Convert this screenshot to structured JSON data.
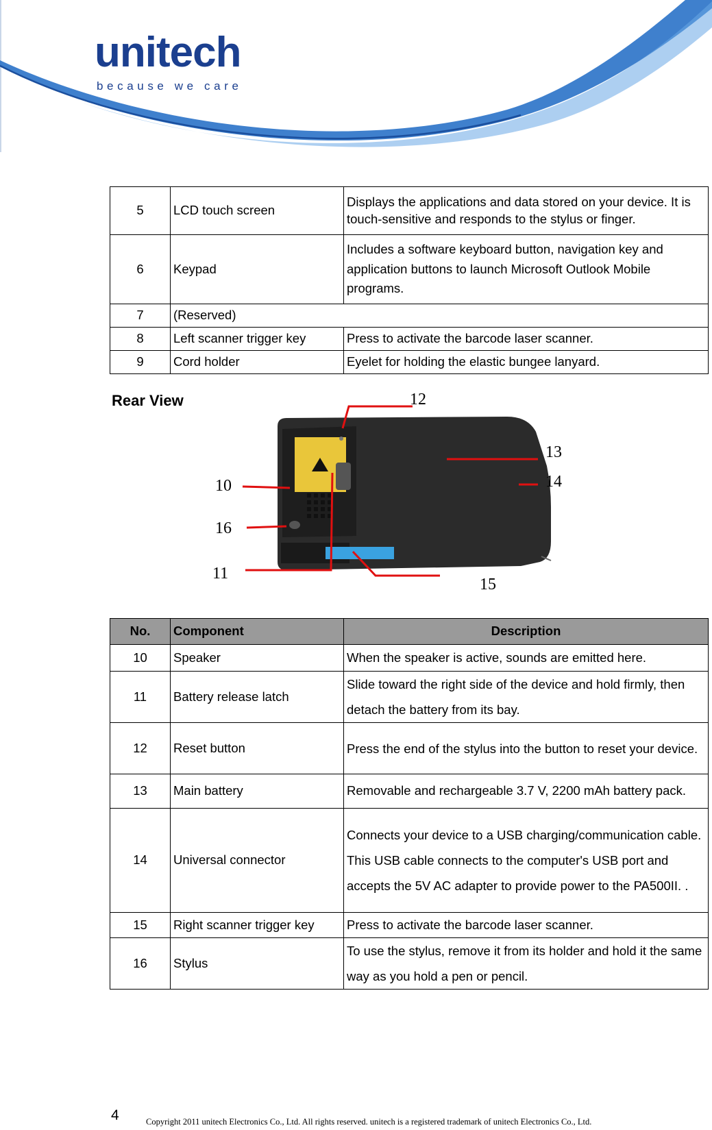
{
  "header": {
    "logo_text": "unitech",
    "logo_tagline": "because we care",
    "colors": {
      "logo_blue": "#1b3f8f",
      "swoosh_blue": "#2a72c8",
      "swoosh_light": "#6aa8e6"
    }
  },
  "top_table": {
    "rows": [
      {
        "no": "5",
        "component": "LCD touch screen",
        "description": "Displays the applications and data stored on your device. It is touch-sensitive and responds to the stylus or finger."
      },
      {
        "no": "6",
        "component": "Keypad",
        "description": "Includes a software keyboard button, navigation key and application buttons to launch Microsoft Outlook Mobile programs."
      },
      {
        "no": "7",
        "component": "(Reserved)",
        "description": ""
      },
      {
        "no": "8",
        "component": "Left scanner trigger key",
        "description": "Press to activate the barcode laser scanner."
      },
      {
        "no": "9",
        "component": "Cord holder",
        "description": "Eyelet for holding the elastic bungee lanyard."
      }
    ]
  },
  "rear_view": {
    "title": "Rear View",
    "callouts": [
      "10",
      "11",
      "12",
      "13",
      "14",
      "15",
      "16"
    ]
  },
  "bottom_table": {
    "headers": {
      "no": "No.",
      "component": "Component",
      "description": "Description"
    },
    "rows": [
      {
        "no": "10",
        "component": "Speaker",
        "description": "When the speaker is active, sounds are emitted here."
      },
      {
        "no": "11",
        "component": "Battery release latch",
        "description": "Slide toward the right side of the device and hold firmly, then detach the battery from its bay."
      },
      {
        "no": "12",
        "component": "Reset button",
        "description": "Press the end of the stylus into the button to reset your device."
      },
      {
        "no": "13",
        "component": "Main battery",
        "description": "Removable and rechargeable 3.7 V, 2200 mAh battery pack."
      },
      {
        "no": "14",
        "component": "Universal connector",
        "description": "Connects your device to a USB charging/communication cable. This USB cable connects to the computer's USB port and accepts the 5V AC adapter to provide power to the PA500II. ."
      },
      {
        "no": "15",
        "component": "Right scanner trigger key",
        "description": "Press to activate the barcode laser scanner."
      },
      {
        "no": "16",
        "component": "Stylus",
        "description": "To use the stylus, remove it from its holder and hold it the same way as you hold a pen or pencil."
      }
    ]
  },
  "footer": {
    "page_number": "4",
    "copyright": "Copyright 2011 unitech Electronics Co., Ltd. All rights reserved. unitech is a registered trademark of unitech Electronics Co., Ltd."
  }
}
